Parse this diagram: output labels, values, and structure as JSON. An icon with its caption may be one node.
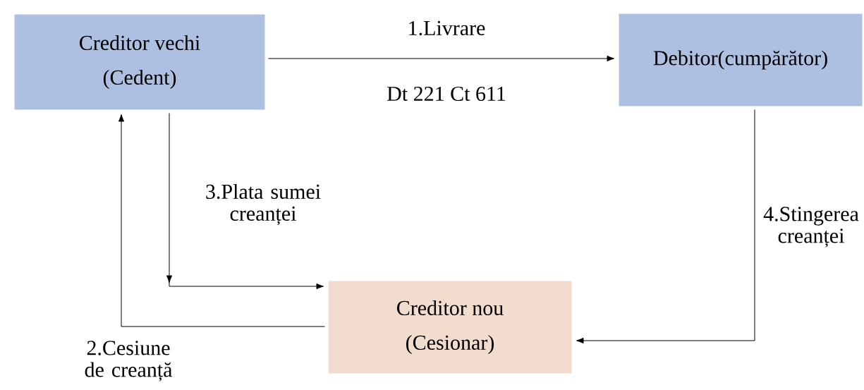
{
  "diagram": {
    "nodes": [
      {
        "text": [
          "Creditor vechi",
          "(Cedent)"
        ]
      },
      {
        "text": [
          "Debitor(cumpărător)"
        ]
      },
      {
        "text": [
          "Creditor nou",
          "(Cesionar)"
        ]
      }
    ],
    "edges": [
      {
        "from": 0,
        "to": 1,
        "arrow": "to",
        "label": "1.Livrare"
      },
      {
        "from": 2,
        "to": 0,
        "arrow": "to",
        "label": "2.Cesiune de creanță"
      },
      {
        "from": 0,
        "to": 2,
        "arrow": "to",
        "label": "3.Plata sumei creanței"
      },
      {
        "from": 1,
        "to": 2,
        "arrow": "to",
        "label": "4.Stingerea creanței"
      }
    ],
    "labels": [
      "Dt 221 Ct 611"
    ]
  }
}
